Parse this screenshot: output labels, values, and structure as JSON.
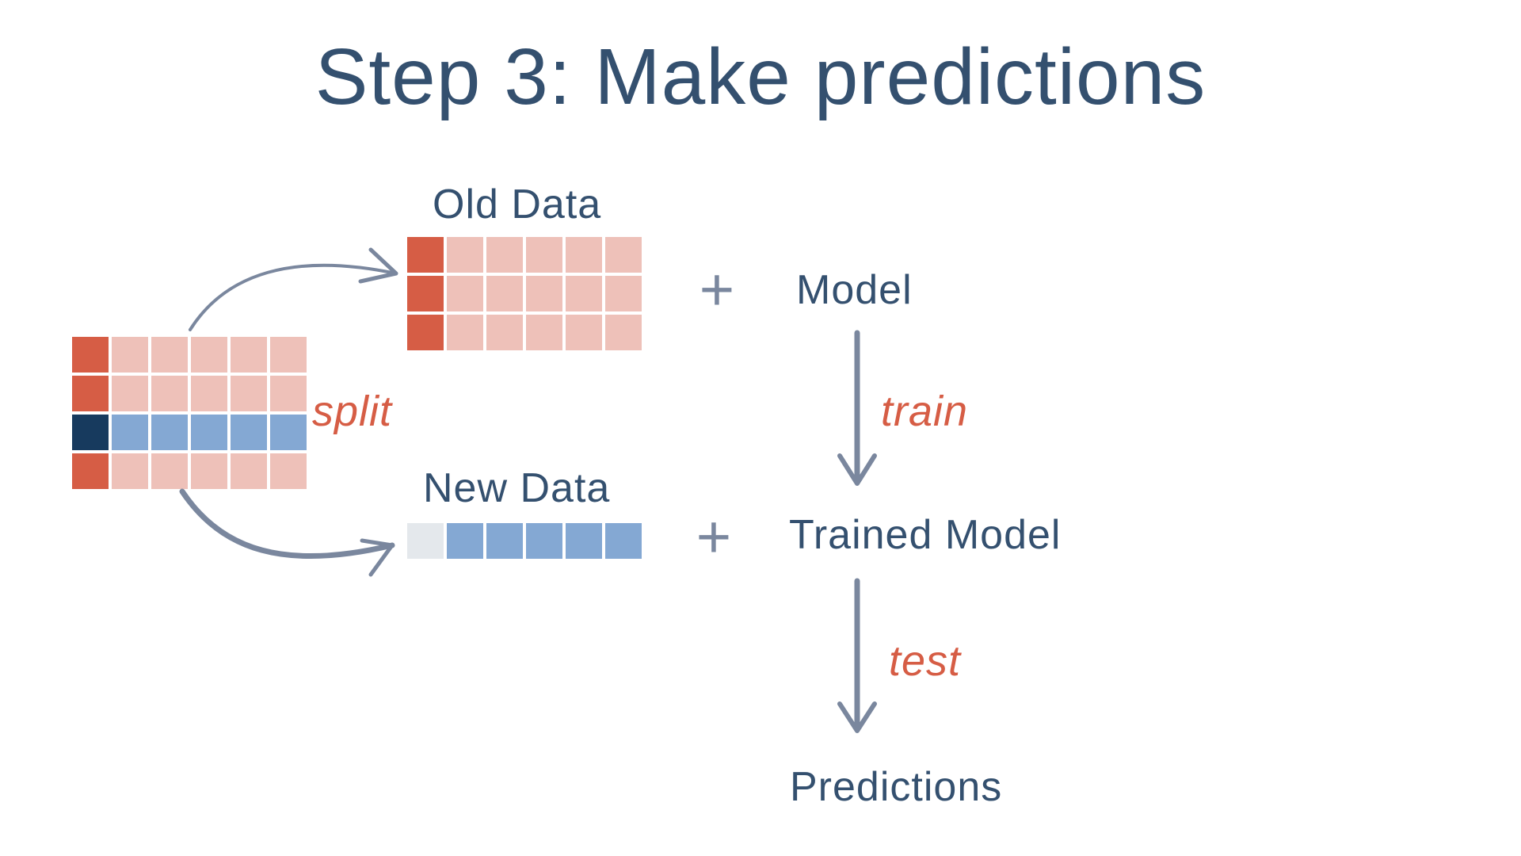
{
  "title": "Step 3: Make predictions",
  "labels": {
    "old_data": "Old Data",
    "new_data": "New Data",
    "model": "Model",
    "trained_model": "Trained Model",
    "predictions": "Predictions",
    "split": "split",
    "train": "train",
    "test": "test",
    "plus": "+"
  },
  "grids": {
    "full_dataset": [
      [
        "red",
        "pink",
        "pink",
        "pink",
        "pink",
        "pink"
      ],
      [
        "red",
        "pink",
        "pink",
        "pink",
        "pink",
        "pink"
      ],
      [
        "navy",
        "blue",
        "blue",
        "blue",
        "blue",
        "blue"
      ],
      [
        "red",
        "pink",
        "pink",
        "pink",
        "pink",
        "pink"
      ]
    ],
    "old_data": [
      [
        "red",
        "pink",
        "pink",
        "pink",
        "pink",
        "pink"
      ],
      [
        "red",
        "pink",
        "pink",
        "pink",
        "pink",
        "pink"
      ],
      [
        "red",
        "pink",
        "pink",
        "pink",
        "pink",
        "pink"
      ]
    ],
    "new_data": [
      [
        "gray",
        "blue",
        "blue",
        "blue",
        "blue",
        "blue"
      ]
    ]
  },
  "colors": {
    "title": "#34506f",
    "accent": "#d65d45",
    "arrow": "#7a879e",
    "red": "#d65d45",
    "pink": "#eec1b9",
    "navy": "#173a5e",
    "blue": "#84a8d3",
    "gray": "#e4e8ec"
  }
}
